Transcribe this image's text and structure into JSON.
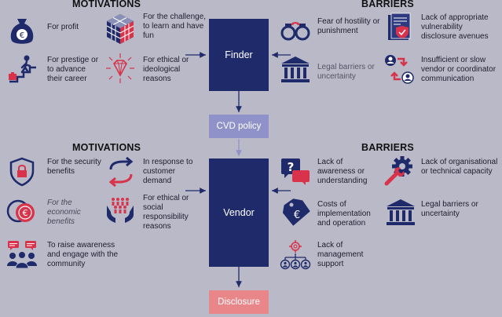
{
  "top": {
    "motivations_header": "MOTIVATIONS",
    "barriers_header": "BARRIERS",
    "motivations": [
      {
        "label": "For profit",
        "icon": "money-bag-euro-icon"
      },
      {
        "label": "For the challenge, to learn and have fun",
        "icon": "puzzle-cube-icon"
      },
      {
        "label": "For prestige or to advance their career",
        "icon": "career-ladder-icon"
      },
      {
        "label": "For ethical or ideological reasons",
        "icon": "diamond-ethics-icon"
      }
    ],
    "barriers": [
      {
        "label": "Fear of hostility or punishment",
        "icon": "handcuffs-icon"
      },
      {
        "label": "Lack of appropriate vulnerability disclosure avenues",
        "icon": "document-shield-icon"
      },
      {
        "label": "Legal barriers or uncertainty",
        "icon": "courthouse-icon"
      },
      {
        "label": "Insufficient or slow vendor or coordinator communication",
        "icon": "user-exchange-icon"
      }
    ]
  },
  "middle": {
    "finder": "Finder",
    "cvd_policy": "CVD policy",
    "vendor": "Vendor",
    "disclosure": "Disclosure"
  },
  "bottom": {
    "motivations_header": "MOTIVATIONS",
    "barriers_header": "BARRIERS",
    "motivations": [
      {
        "label": "For the security benefits",
        "icon": "shield-lock-icon"
      },
      {
        "label": "In response to customer demand",
        "icon": "cycle-arrows-icon"
      },
      {
        "label": "For the economic benefits",
        "icon": "euro-coins-icon"
      },
      {
        "label": "For ethical or social responsibility reasons",
        "icon": "hands-people-icon"
      },
      {
        "label": "To raise awareness and engage with the community",
        "icon": "community-chat-icon"
      }
    ],
    "barriers": [
      {
        "label": "Lack of awareness or understanding",
        "icon": "question-chat-icon"
      },
      {
        "label": "Lack of organisational or technical capacity",
        "icon": "wrench-gear-icon"
      },
      {
        "label": "Costs of implementation and operation",
        "icon": "price-tag-euro-icon"
      },
      {
        "label": "Legal barriers or uncertainty",
        "icon": "courthouse-icon"
      },
      {
        "label": "Lack of management support",
        "icon": "management-group-icon"
      }
    ]
  },
  "colors": {
    "navy": "#1f2a6b",
    "red": "#d8334a",
    "lavender": "#8f92c8",
    "pink": "#e8868a",
    "background": "#b9b9c8"
  }
}
